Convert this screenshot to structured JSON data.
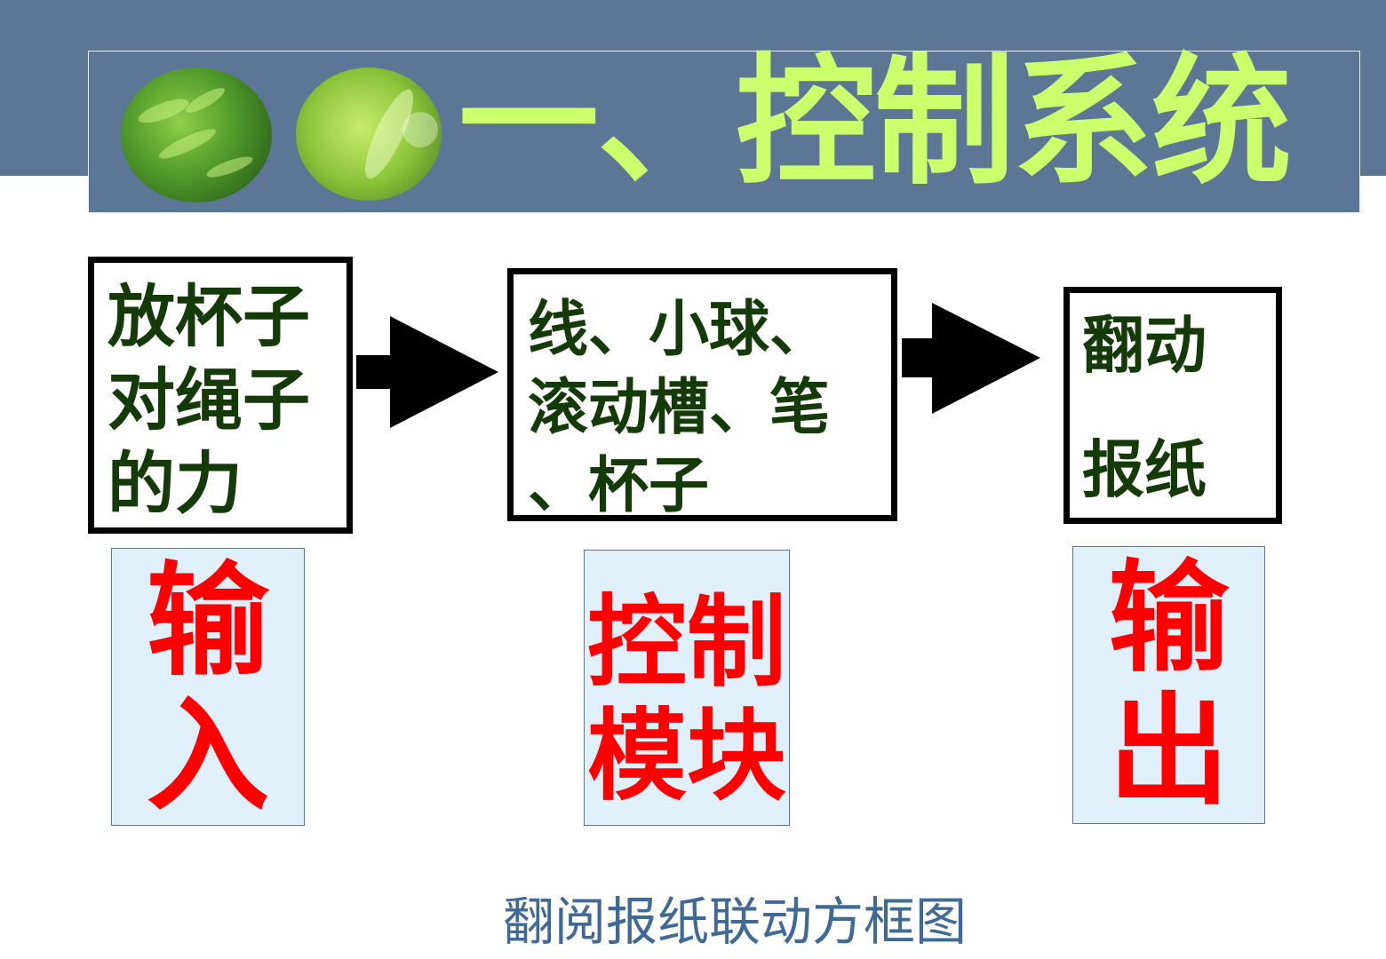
{
  "title": "一、控制系统",
  "decorations": {
    "icon_left": "green-leaf-circle-icon",
    "icon_right": "green-puzzle-circle-icon"
  },
  "boxes": {
    "input_box": {
      "lines": [
        "放杯子",
        "对绳子",
        "的力"
      ]
    },
    "control_box": {
      "lines": [
        "线、小球、",
        "滚动槽、笔",
        "、杯子"
      ]
    },
    "output_box": {
      "lines": [
        "翻动",
        "报纸"
      ]
    }
  },
  "labels": {
    "input": {
      "lines": [
        "输",
        "入"
      ]
    },
    "control": {
      "lines": [
        "控制",
        "模块"
      ]
    },
    "output": {
      "lines": [
        "输",
        "出"
      ]
    }
  },
  "caption": "翻阅报纸联动方框图",
  "colors": {
    "header_blue": "#5b7795",
    "title_green": "#cbff6b",
    "box_text_green": "#143a08",
    "label_red": "#ff0000",
    "label_bg": "#dff0fb",
    "caption_blue": "#3f6a98"
  }
}
